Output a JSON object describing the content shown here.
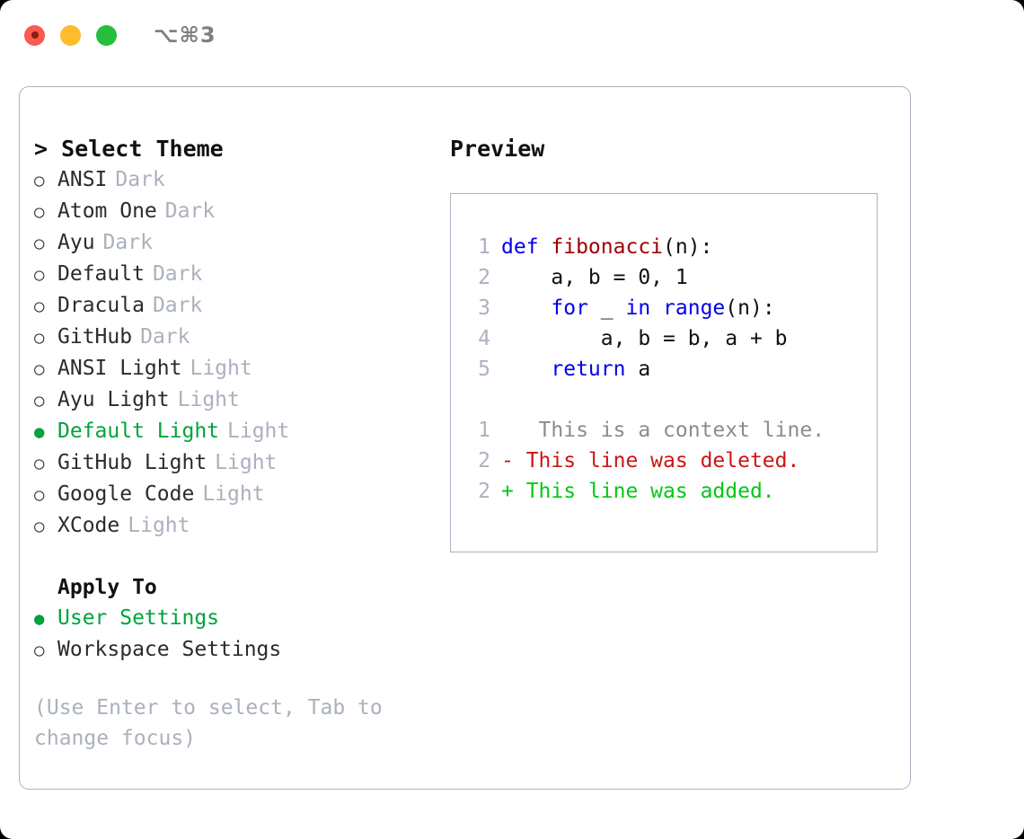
{
  "titlebar": {
    "shortcut": "⌥⌘3",
    "buttons": [
      {
        "name": "close",
        "color": "#fa5a50"
      },
      {
        "name": "minimize",
        "color": "#fcbc2c"
      },
      {
        "name": "zoom",
        "color": "#24c03c"
      }
    ]
  },
  "theme_picker": {
    "heading": "> Select Theme",
    "items": [
      {
        "marker": "○",
        "name": "ANSI",
        "kind": "Dark",
        "selected": false
      },
      {
        "marker": "○",
        "name": "Atom One",
        "kind": "Dark",
        "selected": false
      },
      {
        "marker": "○",
        "name": "Ayu",
        "kind": "Dark",
        "selected": false
      },
      {
        "marker": "○",
        "name": "Default",
        "kind": "Dark",
        "selected": false
      },
      {
        "marker": "○",
        "name": "Dracula",
        "kind": "Dark",
        "selected": false
      },
      {
        "marker": "○",
        "name": "GitHub",
        "kind": "Dark",
        "selected": false
      },
      {
        "marker": "○",
        "name": "ANSI Light",
        "kind": "Light",
        "selected": false
      },
      {
        "marker": "○",
        "name": "Ayu Light",
        "kind": "Light",
        "selected": false
      },
      {
        "marker": "●",
        "name": "Default Light",
        "kind": "Light",
        "selected": true
      },
      {
        "marker": "○",
        "name": "GitHub Light",
        "kind": "Light",
        "selected": false
      },
      {
        "marker": "○",
        "name": "Google Code",
        "kind": "Light",
        "selected": false
      },
      {
        "marker": "○",
        "name": "XCode",
        "kind": "Light",
        "selected": false
      }
    ]
  },
  "apply_to": {
    "heading": "Apply To",
    "options": [
      {
        "marker": "●",
        "label": "User Settings",
        "selected": true
      },
      {
        "marker": "○",
        "label": "Workspace Settings",
        "selected": false
      }
    ]
  },
  "hint": "(Use Enter to select, Tab to change focus)",
  "preview": {
    "label": "Preview",
    "code_lines": [
      {
        "lno": "1",
        "segments": [
          {
            "text": "def ",
            "style": "kw"
          },
          {
            "text": "fibonacci",
            "style": "fn"
          },
          {
            "text": "(n):",
            "style": "plain"
          }
        ]
      },
      {
        "lno": "2",
        "segments": [
          {
            "text": "    a, b = 0, 1",
            "style": "plain"
          }
        ]
      },
      {
        "lno": "3",
        "segments": [
          {
            "text": "    ",
            "style": "plain"
          },
          {
            "text": "for",
            "style": "kw"
          },
          {
            "text": " _ ",
            "style": "plain"
          },
          {
            "text": "in",
            "style": "kw"
          },
          {
            "text": " ",
            "style": "plain"
          },
          {
            "text": "range",
            "style": "kw"
          },
          {
            "text": "(n):",
            "style": "plain"
          }
        ]
      },
      {
        "lno": "4",
        "segments": [
          {
            "text": "        a, b = b, a + b",
            "style": "plain"
          }
        ]
      },
      {
        "lno": "5",
        "segments": [
          {
            "text": "    ",
            "style": "plain"
          },
          {
            "text": "return",
            "style": "kw"
          },
          {
            "text": " a",
            "style": "plain"
          }
        ]
      }
    ],
    "diff_lines": [
      {
        "lno": "1",
        "marker": " ",
        "text": "  This is a context line.",
        "style": "ctx"
      },
      {
        "lno": "2",
        "marker": "-",
        "text": " This line was deleted.",
        "style": "del"
      },
      {
        "lno": "2",
        "marker": "+",
        "text": " This line was added.",
        "style": "add"
      }
    ]
  },
  "colors": {
    "accent_green": "#00a33c",
    "border": "#a9b2c0",
    "muted": "#aab1bd",
    "keyword_blue": "#0000ee",
    "function_red": "#a00000",
    "diff_deleted": "#cc1414",
    "diff_added": "#00c814"
  }
}
